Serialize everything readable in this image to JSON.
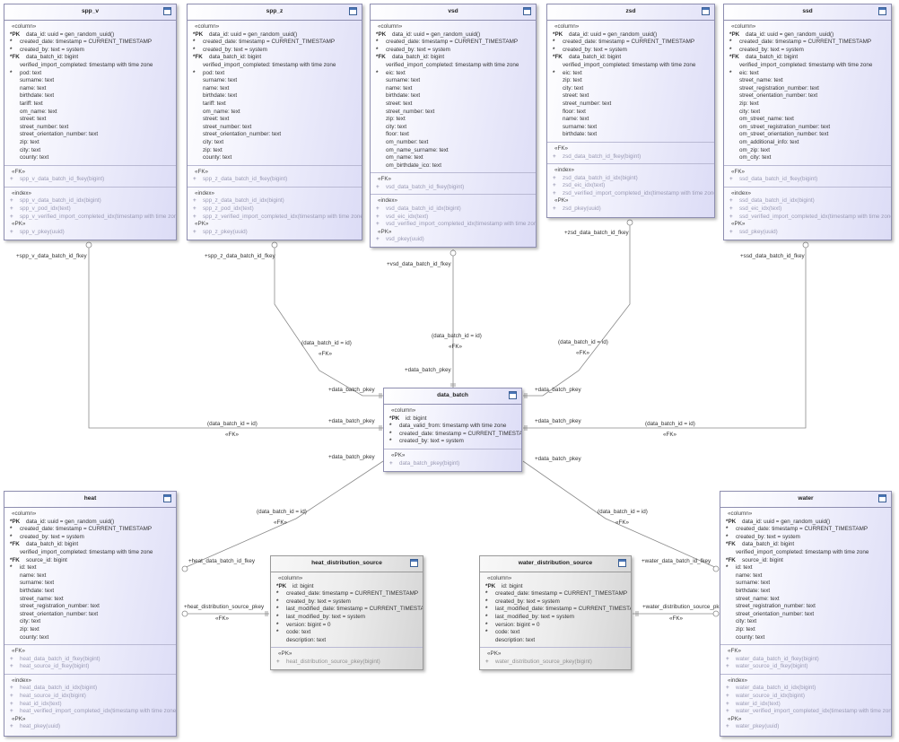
{
  "entities": {
    "spp_v": {
      "name": "spp_v",
      "columns": [
        {
          "marker": "*PK",
          "text": "data_id: uuid = gen_random_uuid()"
        },
        {
          "marker": "*",
          "text": "created_date: timestamp = CURRENT_TIMESTAMP"
        },
        {
          "marker": "*",
          "text": "created_by: text = system"
        },
        {
          "marker": "*FK",
          "text": "data_batch_id: bigint"
        },
        {
          "marker": "",
          "text": "verified_import_completed: timestamp with time zone"
        },
        {
          "marker": "*",
          "text": "pod: text"
        },
        {
          "marker": "",
          "text": "surname: text"
        },
        {
          "marker": "",
          "text": "name: text"
        },
        {
          "marker": "",
          "text": "birthdate: text"
        },
        {
          "marker": "",
          "text": "tariff: text"
        },
        {
          "marker": "",
          "text": "om_name: text"
        },
        {
          "marker": "",
          "text": "street: text"
        },
        {
          "marker": "",
          "text": "street_number: text"
        },
        {
          "marker": "",
          "text": "street_orientation_number: text"
        },
        {
          "marker": "",
          "text": "zip: text"
        },
        {
          "marker": "",
          "text": "city: text"
        },
        {
          "marker": "",
          "text": "county: text"
        }
      ],
      "fks": [
        "spp_v_data_batch_id_fkey(bigint)"
      ],
      "indexes": [
        "spp_v_data_batch_id_idx(bigint)",
        "spp_v_pod_idx(text)",
        "spp_v_verified_import_completed_idx(timestamp with time zone)"
      ],
      "pks": [
        "spp_v_pkey(uuid)"
      ]
    },
    "spp_z": {
      "name": "spp_z",
      "columns": [
        {
          "marker": "*PK",
          "text": "data_id: uuid = gen_random_uuid()"
        },
        {
          "marker": "*",
          "text": "created_date: timestamp = CURRENT_TIMESTAMP"
        },
        {
          "marker": "*",
          "text": "created_by: text = system"
        },
        {
          "marker": "*FK",
          "text": "data_batch_id: bigint"
        },
        {
          "marker": "",
          "text": "verified_import_completed: timestamp with time zone"
        },
        {
          "marker": "*",
          "text": "pod: text"
        },
        {
          "marker": "",
          "text": "surname: text"
        },
        {
          "marker": "",
          "text": "name: text"
        },
        {
          "marker": "",
          "text": "birthdate: text"
        },
        {
          "marker": "",
          "text": "tariff: text"
        },
        {
          "marker": "",
          "text": "om_name: text"
        },
        {
          "marker": "",
          "text": "street: text"
        },
        {
          "marker": "",
          "text": "street_number: text"
        },
        {
          "marker": "",
          "text": "street_orientation_number: text"
        },
        {
          "marker": "",
          "text": "city: text"
        },
        {
          "marker": "",
          "text": "zip: text"
        },
        {
          "marker": "",
          "text": "county: text"
        }
      ],
      "fks": [
        "spp_z_data_batch_id_fkey(bigint)"
      ],
      "indexes": [
        "spp_z_data_batch_id_idx(bigint)",
        "spp_z_pod_idx(text)",
        "spp_z_verified_import_completed_idx(timestamp with time zone)"
      ],
      "pks": [
        "spp_z_pkey(uuid)"
      ]
    },
    "vsd": {
      "name": "vsd",
      "columns": [
        {
          "marker": "*PK",
          "text": "data_id: uuid = gen_random_uuid()"
        },
        {
          "marker": "*",
          "text": "created_date: timestamp = CURRENT_TIMESTAMP"
        },
        {
          "marker": "*",
          "text": "created_by: text = system"
        },
        {
          "marker": "*FK",
          "text": "data_batch_id: bigint"
        },
        {
          "marker": "",
          "text": "verified_import_completed: timestamp with time zone"
        },
        {
          "marker": "*",
          "text": "eic: text"
        },
        {
          "marker": "",
          "text": "surname: text"
        },
        {
          "marker": "",
          "text": "name: text"
        },
        {
          "marker": "",
          "text": "birthdate: text"
        },
        {
          "marker": "",
          "text": "street: text"
        },
        {
          "marker": "",
          "text": "street_number: text"
        },
        {
          "marker": "",
          "text": "zip: text"
        },
        {
          "marker": "",
          "text": "city: text"
        },
        {
          "marker": "",
          "text": "floor: text"
        },
        {
          "marker": "",
          "text": "om_number: text"
        },
        {
          "marker": "",
          "text": "om_name_surname: text"
        },
        {
          "marker": "",
          "text": "om_name: text"
        },
        {
          "marker": "",
          "text": "om_birthdate_ico: text"
        }
      ],
      "fks": [
        "vsd_data_batch_id_fkey(bigint)"
      ],
      "indexes": [
        "vsd_data_batch_id_idx(bigint)",
        "vsd_eic_idx(text)",
        "vsd_verified_import_completed_idx(timestamp with time zone)"
      ],
      "pks": [
        "vsd_pkey(uuid)"
      ]
    },
    "zsd": {
      "name": "zsd",
      "columns": [
        {
          "marker": "*PK",
          "text": "data_id: uuid = gen_random_uuid()"
        },
        {
          "marker": "*",
          "text": "created_date: timestamp = CURRENT_TIMESTAMP"
        },
        {
          "marker": "*",
          "text": "created_by: text = system"
        },
        {
          "marker": "*FK",
          "text": "data_batch_id: bigint"
        },
        {
          "marker": "",
          "text": "verified_import_completed: timestamp with time zone"
        },
        {
          "marker": "*",
          "text": "eic: text"
        },
        {
          "marker": "",
          "text": "zip: text"
        },
        {
          "marker": "",
          "text": "city: text"
        },
        {
          "marker": "",
          "text": "street: text"
        },
        {
          "marker": "",
          "text": "street_number: text"
        },
        {
          "marker": "",
          "text": "floor: text"
        },
        {
          "marker": "",
          "text": "name: text"
        },
        {
          "marker": "",
          "text": "surname: text"
        },
        {
          "marker": "",
          "text": "birthdate: text"
        }
      ],
      "fks": [
        "zsd_data_batch_id_fkey(bigint)"
      ],
      "indexes": [
        "zsd_data_batch_id_idx(bigint)",
        "zsd_eic_idx(text)",
        "zsd_verified_import_completed_idx(timestamp with time zone)"
      ],
      "pks": [
        "zsd_pkey(uuid)"
      ]
    },
    "ssd": {
      "name": "ssd",
      "columns": [
        {
          "marker": "*PK",
          "text": "data_id: uuid = gen_random_uuid()"
        },
        {
          "marker": "*",
          "text": "created_date: timestamp = CURRENT_TIMESTAMP"
        },
        {
          "marker": "*",
          "text": "created_by: text = system"
        },
        {
          "marker": "*FK",
          "text": "data_batch_id: bigint"
        },
        {
          "marker": "",
          "text": "verified_import_completed: timestamp with time zone"
        },
        {
          "marker": "*",
          "text": "eic: text"
        },
        {
          "marker": "",
          "text": "street_name: text"
        },
        {
          "marker": "",
          "text": "street_registration_number: text"
        },
        {
          "marker": "",
          "text": "street_orientation_number: text"
        },
        {
          "marker": "",
          "text": "zip: text"
        },
        {
          "marker": "",
          "text": "city: text"
        },
        {
          "marker": "",
          "text": "om_street_name: text"
        },
        {
          "marker": "",
          "text": "om_street_registration_number: text"
        },
        {
          "marker": "",
          "text": "om_street_orientation_number: text"
        },
        {
          "marker": "",
          "text": "om_additional_info: text"
        },
        {
          "marker": "",
          "text": "om_zip: text"
        },
        {
          "marker": "",
          "text": "om_city: text"
        }
      ],
      "fks": [
        "ssd_data_batch_id_fkey(bigint)"
      ],
      "indexes": [
        "ssd_data_batch_id_idx(bigint)",
        "ssd_eic_idx(text)",
        "ssd_verified_import_completed_idx(timestamp with time zone)"
      ],
      "pks": [
        "ssd_pkey(uuid)"
      ]
    },
    "data_batch": {
      "name": "data_batch",
      "columns": [
        {
          "marker": "*PK",
          "text": "id: bigint"
        },
        {
          "marker": "*",
          "text": "data_valid_from: timestamp with time zone"
        },
        {
          "marker": "*",
          "text": "created_date: timestamp = CURRENT_TIMESTAMP"
        },
        {
          "marker": "*",
          "text": "created_by: text = system"
        }
      ],
      "pks": [
        "data_batch_pkey(bigint)"
      ]
    },
    "heat": {
      "name": "heat",
      "columns": [
        {
          "marker": "*PK",
          "text": "data_id: uuid = gen_random_uuid()"
        },
        {
          "marker": "*",
          "text": "created_date: timestamp = CURRENT_TIMESTAMP"
        },
        {
          "marker": "*",
          "text": "created_by: text = system"
        },
        {
          "marker": "*FK",
          "text": "data_batch_id: bigint"
        },
        {
          "marker": "",
          "text": "verified_import_completed: timestamp with time zone"
        },
        {
          "marker": "*FK",
          "text": "source_id: bigint"
        },
        {
          "marker": "*",
          "text": "id: text"
        },
        {
          "marker": "",
          "text": "name: text"
        },
        {
          "marker": "",
          "text": "surname: text"
        },
        {
          "marker": "",
          "text": "birthdate: text"
        },
        {
          "marker": "",
          "text": "street_name: text"
        },
        {
          "marker": "",
          "text": "street_registration_number: text"
        },
        {
          "marker": "",
          "text": "street_orientation_number: text"
        },
        {
          "marker": "",
          "text": "city: text"
        },
        {
          "marker": "",
          "text": "zip: text"
        },
        {
          "marker": "",
          "text": "county: text"
        }
      ],
      "fks": [
        "heat_data_batch_id_fkey(bigint)",
        "heat_source_id_fkey(bigint)"
      ],
      "indexes": [
        "heat_data_batch_id_idx(bigint)",
        "heat_source_id_idx(bigint)",
        "heat_id_idx(text)",
        "heat_verified_import_completed_idx(timestamp with time zone)"
      ],
      "pks": [
        "heat_pkey(uuid)"
      ]
    },
    "water": {
      "name": "water",
      "columns": [
        {
          "marker": "*PK",
          "text": "data_id: uuid = gen_random_uuid()"
        },
        {
          "marker": "*",
          "text": "created_date: timestamp = CURRENT_TIMESTAMP"
        },
        {
          "marker": "*",
          "text": "created_by: text = system"
        },
        {
          "marker": "*FK",
          "text": "data_batch_id: bigint"
        },
        {
          "marker": "",
          "text": "verified_import_completed: timestamp with time zone"
        },
        {
          "marker": "*FK",
          "text": "source_id: bigint"
        },
        {
          "marker": "*",
          "text": "id: text"
        },
        {
          "marker": "",
          "text": "name: text"
        },
        {
          "marker": "",
          "text": "surname: text"
        },
        {
          "marker": "",
          "text": "birthdate: text"
        },
        {
          "marker": "",
          "text": "street_name: text"
        },
        {
          "marker": "",
          "text": "street_registration_number: text"
        },
        {
          "marker": "",
          "text": "street_orientation_number: text"
        },
        {
          "marker": "",
          "text": "city: text"
        },
        {
          "marker": "",
          "text": "zip: text"
        },
        {
          "marker": "",
          "text": "county: text"
        }
      ],
      "fks": [
        "water_data_batch_id_fkey(bigint)",
        "water_source_id_fkey(bigint)"
      ],
      "indexes": [
        "water_data_batch_id_idx(bigint)",
        "water_source_id_idx(bigint)",
        "water_id_idx(text)",
        "water_verified_import_completed_idx(timestamp with time zone)"
      ],
      "pks": [
        "water_pkey(uuid)"
      ]
    },
    "heat_distribution_source": {
      "name": "heat_distribution_source",
      "columns": [
        {
          "marker": "*PK",
          "text": "id: bigint"
        },
        {
          "marker": "*",
          "text": "created_date: timestamp = CURRENT_TIMESTAMP"
        },
        {
          "marker": "*",
          "text": "created_by: text = system"
        },
        {
          "marker": "*",
          "text": "last_modified_date: timestamp = CURRENT_TIMESTAMP"
        },
        {
          "marker": "*",
          "text": "last_modified_by: text = system"
        },
        {
          "marker": "*",
          "text": "version: bigint = 0"
        },
        {
          "marker": "*",
          "text": "code: text"
        },
        {
          "marker": "",
          "text": "description: text"
        }
      ],
      "pks": [
        "heat_distribution_source_pkey(bigint)"
      ]
    },
    "water_distribution_source": {
      "name": "water_distribution_source",
      "columns": [
        {
          "marker": "*PK",
          "text": "id: bigint"
        },
        {
          "marker": "*",
          "text": "created_date: timestamp = CURRENT_TIMESTAMP"
        },
        {
          "marker": "*",
          "text": "created_by: text = system"
        },
        {
          "marker": "*",
          "text": "last_modified_date: timestamp = CURRENT_TIMESTAMP"
        },
        {
          "marker": "*",
          "text": "last_modified_by: text = system"
        },
        {
          "marker": "*",
          "text": "version: bigint = 0"
        },
        {
          "marker": "*",
          "text": "code: text"
        },
        {
          "marker": "",
          "text": "description: text"
        }
      ],
      "pks": [
        "water_distribution_source_pkey(bigint)"
      ]
    }
  },
  "stereotypes": {
    "column": "«column»",
    "fk": "«FK»",
    "index": "«index»",
    "pk": "«PK»"
  },
  "relations": {
    "spp_v_fkey": "+spp_v_data_batch_id_fkey",
    "spp_z_fkey": "+spp_z_data_batch_id_fkey",
    "vsd_fkey": "+vsd_data_batch_id_fkey",
    "zsd_fkey": "+zsd_data_batch_id_fkey",
    "ssd_fkey": "+ssd_data_batch_id_fkey",
    "heat_fkey": "+heat_data_batch_id_fkey",
    "water_fkey": "+water_data_batch_id_fkey",
    "heat_source_fkey": "+heat_distribution_source_pkey",
    "water_source_fkey": "+water_distribution_source_pkey",
    "batch_pkey": "+data_batch_pkey",
    "join_condition": "(data_batch_id = id)",
    "fk_stereotype": "«FK»"
  }
}
